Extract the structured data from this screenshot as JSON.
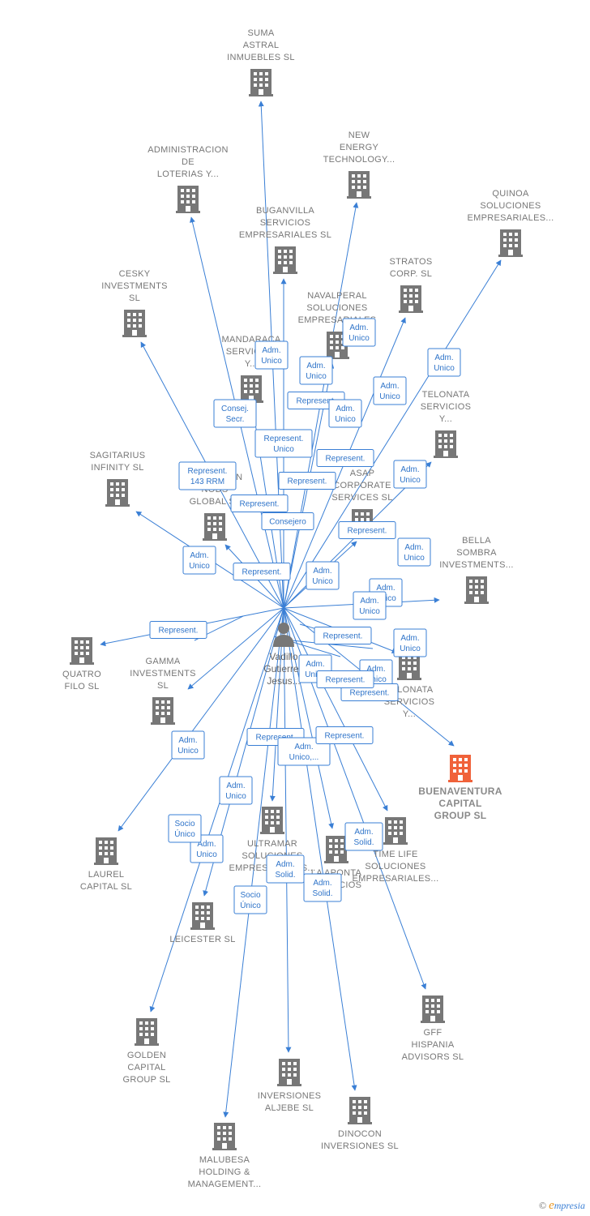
{
  "person": {
    "lines": [
      "Vadillo",
      "Gutierrez",
      "Jesus..."
    ]
  },
  "colors": {
    "edge": "#3a7fd5",
    "building": "#777777",
    "highlight": "#f0623a"
  },
  "companies": [
    {
      "id": "suma",
      "lines": [
        "SUMA",
        "ASTRAL",
        "INMUEBLES SL"
      ]
    },
    {
      "id": "admin-loterias",
      "lines": [
        "ADMINISTRACION",
        "DE",
        "LOTERIAS Y..."
      ]
    },
    {
      "id": "new-energy",
      "lines": [
        "NEW",
        "ENERGY",
        "TECHNOLOGY..."
      ]
    },
    {
      "id": "quinoa",
      "lines": [
        "QUINOA",
        "SOLUCIONES",
        "EMPRESARIALES..."
      ]
    },
    {
      "id": "buganvilla",
      "lines": [
        "BUGANVILLA",
        "SERVICIOS",
        "EMPRESARIALES SL"
      ]
    },
    {
      "id": "stratos",
      "lines": [
        "STRATOS",
        "CORP.  SL"
      ]
    },
    {
      "id": "cesky",
      "lines": [
        "CESKY",
        "INVESTMENTS",
        "SL"
      ]
    },
    {
      "id": "navalperal",
      "lines": [
        "NAVALPERAL",
        "SOLUCIONES",
        "EMPRESARIALES"
      ]
    },
    {
      "id": "mandaraca",
      "lines": [
        "MANDARACA",
        "SERVICIOS",
        "Y..."
      ]
    },
    {
      "id": "telonata1",
      "lines": [
        "TELONATA",
        "SERVICIOS",
        "Y..."
      ]
    },
    {
      "id": "sagitarius",
      "lines": [
        "SAGITARIUS",
        "INFINITY SL"
      ]
    },
    {
      "id": "conection",
      "lines": [
        "CONECTION",
        "NODS",
        "GLOBAL SL"
      ]
    },
    {
      "id": "asap",
      "lines": [
        "ASAP",
        "CORPORATE",
        "SERVICES SL"
      ]
    },
    {
      "id": "bella",
      "lines": [
        "BELLA",
        "SOMBRA",
        "INVESTMENTS..."
      ]
    },
    {
      "id": "quatro",
      "lines": [
        "QUATRO",
        "FILO  SL"
      ]
    },
    {
      "id": "telonata2",
      "lines": [
        "TELONATA",
        "SERVICIOS",
        "Y..."
      ]
    },
    {
      "id": "gamma",
      "lines": [
        "GAMMA",
        "INVESTMENTS",
        "SL"
      ]
    },
    {
      "id": "buenaventura",
      "lines": [
        "BUENAVENTURA",
        "CAPITAL",
        "GROUP  SL"
      ],
      "highlight": true
    },
    {
      "id": "ultramar",
      "lines": [
        "ULTRAMAR",
        "SOLUCIONES",
        "EMPRESARIALES..."
      ]
    },
    {
      "id": "laurel",
      "lines": [
        "LAUREL",
        "CAPITAL  SL"
      ]
    },
    {
      "id": "time-life",
      "lines": [
        "TIME LIFE",
        "SOLUCIONES",
        "EMPRESARIALES..."
      ]
    },
    {
      "id": "la-aponta",
      "lines": [
        "LA APONTA",
        "SERVICIOS"
      ]
    },
    {
      "id": "leicester",
      "lines": [
        "LEICESTER SL"
      ]
    },
    {
      "id": "gff",
      "lines": [
        "GFF",
        "HISPANIA",
        "ADVISORS SL"
      ]
    },
    {
      "id": "golden",
      "lines": [
        "GOLDEN",
        "CAPITAL",
        "GROUP SL"
      ]
    },
    {
      "id": "inversiones-aljebe",
      "lines": [
        "INVERSIONES",
        "ALJEBE SL"
      ]
    },
    {
      "id": "dinocon",
      "lines": [
        "DINOCON",
        "INVERSIONES SL"
      ]
    },
    {
      "id": "malubesa",
      "lines": [
        "MALUBESA",
        "HOLDING &",
        "MANAGEMENT..."
      ]
    }
  ],
  "relations": [
    {
      "to": "suma",
      "lines": [
        "Adm.",
        "Unico"
      ]
    },
    {
      "to": "admin-loterias",
      "lines": [
        "Consej.",
        "Secr."
      ]
    },
    {
      "to": "new-energy",
      "lines": [
        "Adm.",
        "Unico"
      ]
    },
    {
      "to": "quinoa",
      "lines": [
        "Adm.",
        "Unico"
      ]
    },
    {
      "to": "buganvilla",
      "lines": [
        "Represent.",
        "Unico"
      ]
    },
    {
      "to": "stratos",
      "lines": [
        "Adm.",
        "Unico"
      ]
    },
    {
      "to": "cesky",
      "lines": [
        "Represent.",
        "143 RRM"
      ]
    },
    {
      "to": "navalperal",
      "lines": [
        "Adm.",
        "Unico"
      ]
    },
    {
      "to": "navalperal",
      "lines": [
        "Represent."
      ]
    },
    {
      "to": "navalperal",
      "lines": [
        "Adm.",
        "Unico"
      ]
    },
    {
      "to": "mandaraca",
      "lines": [
        "Represent."
      ]
    },
    {
      "to": "telonata1",
      "lines": [
        "Adm.",
        "Unico"
      ]
    },
    {
      "to": "sagitarius",
      "lines": [
        "Adm.",
        "Unico"
      ]
    },
    {
      "to": "conection",
      "lines": [
        "Represent."
      ]
    },
    {
      "to": "conection",
      "lines": [
        "Represent."
      ]
    },
    {
      "to": "asap",
      "lines": [
        "Represent."
      ]
    },
    {
      "to": "asap",
      "lines": [
        "Consejero"
      ]
    },
    {
      "to": "asap",
      "lines": [
        "Adm.",
        "Unico"
      ]
    },
    {
      "to": "bella",
      "lines": [
        "Adm.",
        "Unico"
      ]
    },
    {
      "to": "bella",
      "lines": [
        "Represent."
      ]
    },
    {
      "to": "quatro",
      "lines": [
        "Represent."
      ]
    },
    {
      "to": "telonata2",
      "lines": [
        "Represent."
      ]
    },
    {
      "to": "telonata2",
      "lines": [
        "Adm.",
        "Unico"
      ]
    },
    {
      "to": "telonata2",
      "lines": [
        "Adm.",
        "Unico"
      ]
    },
    {
      "to": "gamma",
      "lines": [
        "Adm.",
        "Unico"
      ]
    },
    {
      "to": "buenaventura",
      "lines": [
        "Adm.",
        "Unico"
      ]
    },
    {
      "to": "buenaventura",
      "lines": [
        "Represent."
      ]
    },
    {
      "to": "ultramar",
      "lines": [
        "Represent."
      ]
    },
    {
      "to": "ultramar",
      "lines": [
        "Adm.",
        "Unico"
      ]
    },
    {
      "to": "ultramar",
      "lines": [
        "Adm.",
        "Solid."
      ]
    },
    {
      "to": "laurel",
      "lines": [
        "Adm.",
        "Unico,..."
      ]
    },
    {
      "to": "time-life",
      "lines": [
        "Represent."
      ]
    },
    {
      "to": "time-life",
      "lines": [
        "Adm.",
        "Solid."
      ]
    },
    {
      "to": "la-aponta",
      "lines": [
        "Represent."
      ]
    },
    {
      "to": "la-aponta",
      "lines": [
        "Adm.",
        "Solid."
      ]
    },
    {
      "to": "leicester",
      "lines": [
        "Adm.",
        "Unico"
      ]
    },
    {
      "to": "golden",
      "lines": [
        "Socio",
        "Único"
      ]
    },
    {
      "to": "malubesa",
      "lines": [
        "Socio",
        "Único"
      ]
    },
    {
      "to": "asap",
      "lines": [
        "Adm.",
        "Unico"
      ]
    },
    {
      "to": "telonata2",
      "lines": [
        "Adm.",
        "Unico"
      ]
    }
  ],
  "brand": {
    "copyright": "©",
    "initial": "e",
    "name": "mpresia"
  }
}
